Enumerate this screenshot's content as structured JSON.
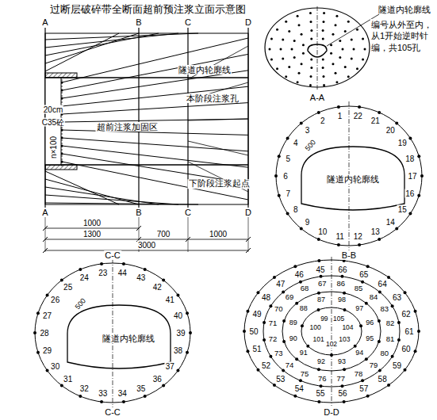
{
  "diagram": {
    "title": "过断层破碎带全断面超前预注浆立面示意图",
    "labels": [
      "A",
      "B",
      "C",
      "D",
      "A",
      "B",
      "C",
      "D",
      "隧道内轮廓线",
      "本阶段注浆孔",
      "超前注浆加固区",
      "下阶段注浆起点",
      "20cm",
      "C35砼",
      "n×100",
      "1000",
      "1300",
      "700",
      "1000",
      "3000",
      "隧道内轮廓线",
      "编号从外至内，从1开始逆时针编，共105孔",
      "A-A",
      "隧道内轮廓线",
      "500",
      "B-B",
      "1",
      "2",
      "3",
      "4",
      "5",
      "6",
      "7",
      "8",
      "9",
      "10",
      "11",
      "12",
      "13",
      "14",
      "15",
      "16",
      "17",
      "18",
      "19",
      "20",
      "21",
      "22",
      "隧道内轮廓线",
      "500",
      "C-C",
      "C-C",
      "23",
      "24",
      "25",
      "26",
      "27",
      "28",
      "29",
      "30",
      "31",
      "32",
      "33",
      "34",
      "35",
      "36",
      "37",
      "38",
      "39",
      "40",
      "41",
      "42",
      "43",
      "44",
      "D-D",
      "45",
      "46",
      "47",
      "48",
      "49",
      "50",
      "51",
      "52",
      "53",
      "54",
      "55",
      "56",
      "57",
      "58",
      "59",
      "60",
      "61",
      "62",
      "63",
      "64",
      "65",
      "66",
      "67",
      "68",
      "69",
      "70",
      "71",
      "72",
      "73",
      "74",
      "75",
      "76",
      "77",
      "78",
      "79",
      "80",
      "81",
      "82",
      "83",
      "84",
      "85",
      "86",
      "87",
      "88",
      "89",
      "90",
      "91",
      "92",
      "93",
      "94",
      "95",
      "96",
      "97",
      "98",
      "99",
      "100",
      "101",
      "102",
      "103",
      "104",
      "105"
    ]
  }
}
